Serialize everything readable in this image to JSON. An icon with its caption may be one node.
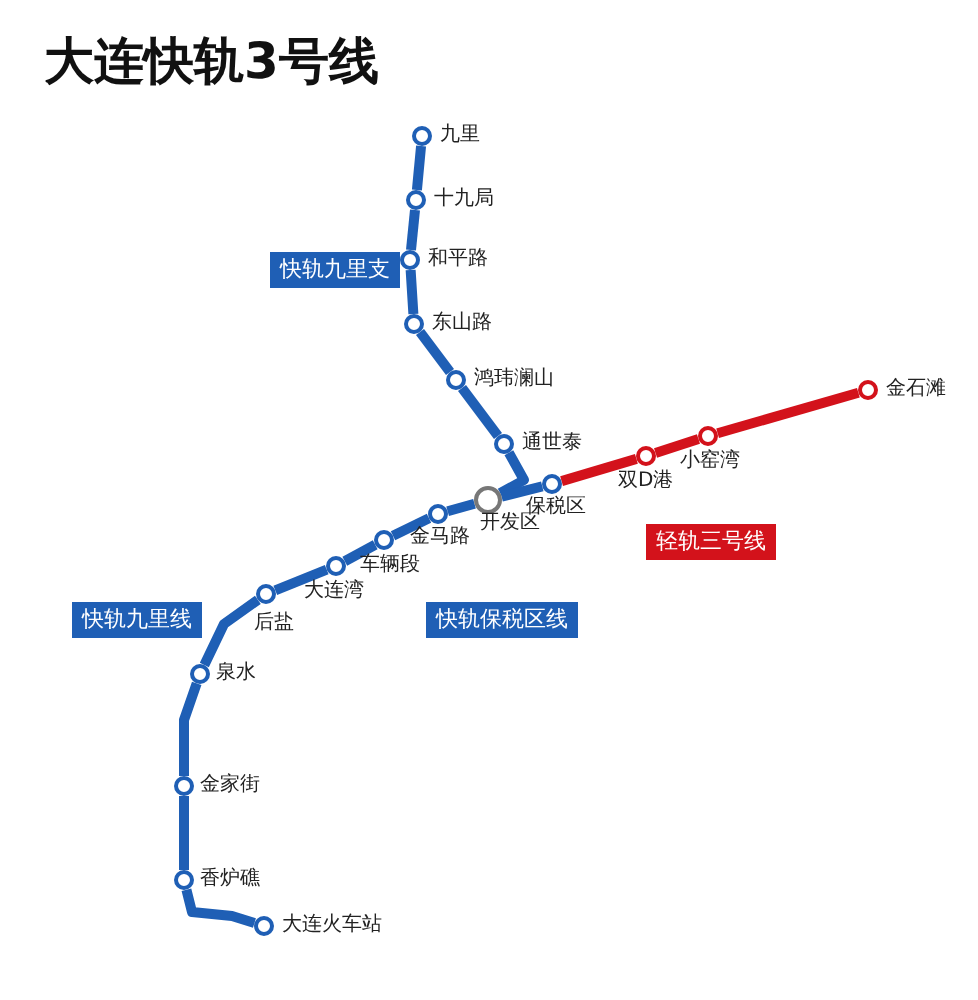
{
  "diagram": {
    "title": "大连快轨3号线",
    "nodes": [
      {
        "text": [],
        "shape": "circle",
        "beside": [
          "九里"
        ]
      },
      {
        "text": [],
        "shape": "circle",
        "beside": [
          "十九局"
        ]
      },
      {
        "text": [],
        "shape": "circle",
        "beside": [
          "和平路"
        ]
      },
      {
        "text": [],
        "shape": "circle",
        "beside": [
          "东山路"
        ]
      },
      {
        "text": [],
        "shape": "circle",
        "beside": [
          "鸿玮澜山"
        ]
      },
      {
        "text": [],
        "shape": "circle",
        "beside": [
          "通世泰"
        ]
      },
      {
        "text": [],
        "shape": "circle",
        "beside": [
          "保税区"
        ]
      },
      {
        "text": [],
        "shape": "circle",
        "beside": [
          "开发区"
        ]
      },
      {
        "text": [],
        "shape": "circle",
        "beside": [
          "金马路"
        ]
      },
      {
        "text": [],
        "shape": "circle",
        "beside": [
          "车辆段"
        ]
      },
      {
        "text": [],
        "shape": "circle",
        "beside": [
          "大连湾"
        ]
      },
      {
        "text": [],
        "shape": "circle",
        "beside": [
          "后盐"
        ]
      },
      {
        "text": [],
        "shape": "circle",
        "beside": [
          "泉水"
        ]
      },
      {
        "text": [],
        "shape": "circle",
        "beside": [
          "金家街"
        ]
      },
      {
        "text": [],
        "shape": "circle",
        "beside": [
          "香炉礁"
        ]
      },
      {
        "text": [],
        "shape": "circle",
        "beside": [
          "大连火车站"
        ]
      },
      {
        "text": [],
        "shape": "circle",
        "beside": [
          "双D港"
        ]
      },
      {
        "text": [],
        "shape": "circle",
        "beside": [
          "小窑湾"
        ]
      },
      {
        "text": [],
        "shape": "circle",
        "beside": [
          "金石滩"
        ]
      },
      {
        "text": [
          "快轨九里支"
        ]
      },
      {
        "text": [
          "轻轨三号线"
        ]
      },
      {
        "text": [
          "快轨九里线"
        ]
      },
      {
        "text": [
          "快轨保税区线"
        ]
      }
    ],
    "edges": [
      {
        "from": 0,
        "to": 1,
        "arrow": "none"
      },
      {
        "from": 1,
        "to": 2,
        "arrow": "none"
      },
      {
        "from": 2,
        "to": 3,
        "arrow": "none"
      },
      {
        "from": 3,
        "to": 4,
        "arrow": "none"
      },
      {
        "from": 4,
        "to": 5,
        "arrow": "none"
      },
      {
        "from": 5,
        "to": 7,
        "arrow": "none"
      },
      {
        "from": 7,
        "to": 6,
        "arrow": "none"
      },
      {
        "from": 7,
        "to": 8,
        "arrow": "none"
      },
      {
        "from": 8,
        "to": 9,
        "arrow": "none"
      },
      {
        "from": 9,
        "to": 10,
        "arrow": "none"
      },
      {
        "from": 10,
        "to": 11,
        "arrow": "none"
      },
      {
        "from": 11,
        "to": 12,
        "arrow": "none"
      },
      {
        "from": 12,
        "to": 13,
        "arrow": "none"
      },
      {
        "from": 13,
        "to": 14,
        "arrow": "none"
      },
      {
        "from": 14,
        "to": 15,
        "arrow": "none"
      },
      {
        "from": 6,
        "to": 16,
        "arrow": "none",
        "color": "#d3121b"
      },
      {
        "from": 16,
        "to": 17,
        "arrow": "none",
        "color": "#d3121b"
      },
      {
        "from": 17,
        "to": 18,
        "arrow": "none",
        "color": "#d3121b"
      }
    ]
  }
}
